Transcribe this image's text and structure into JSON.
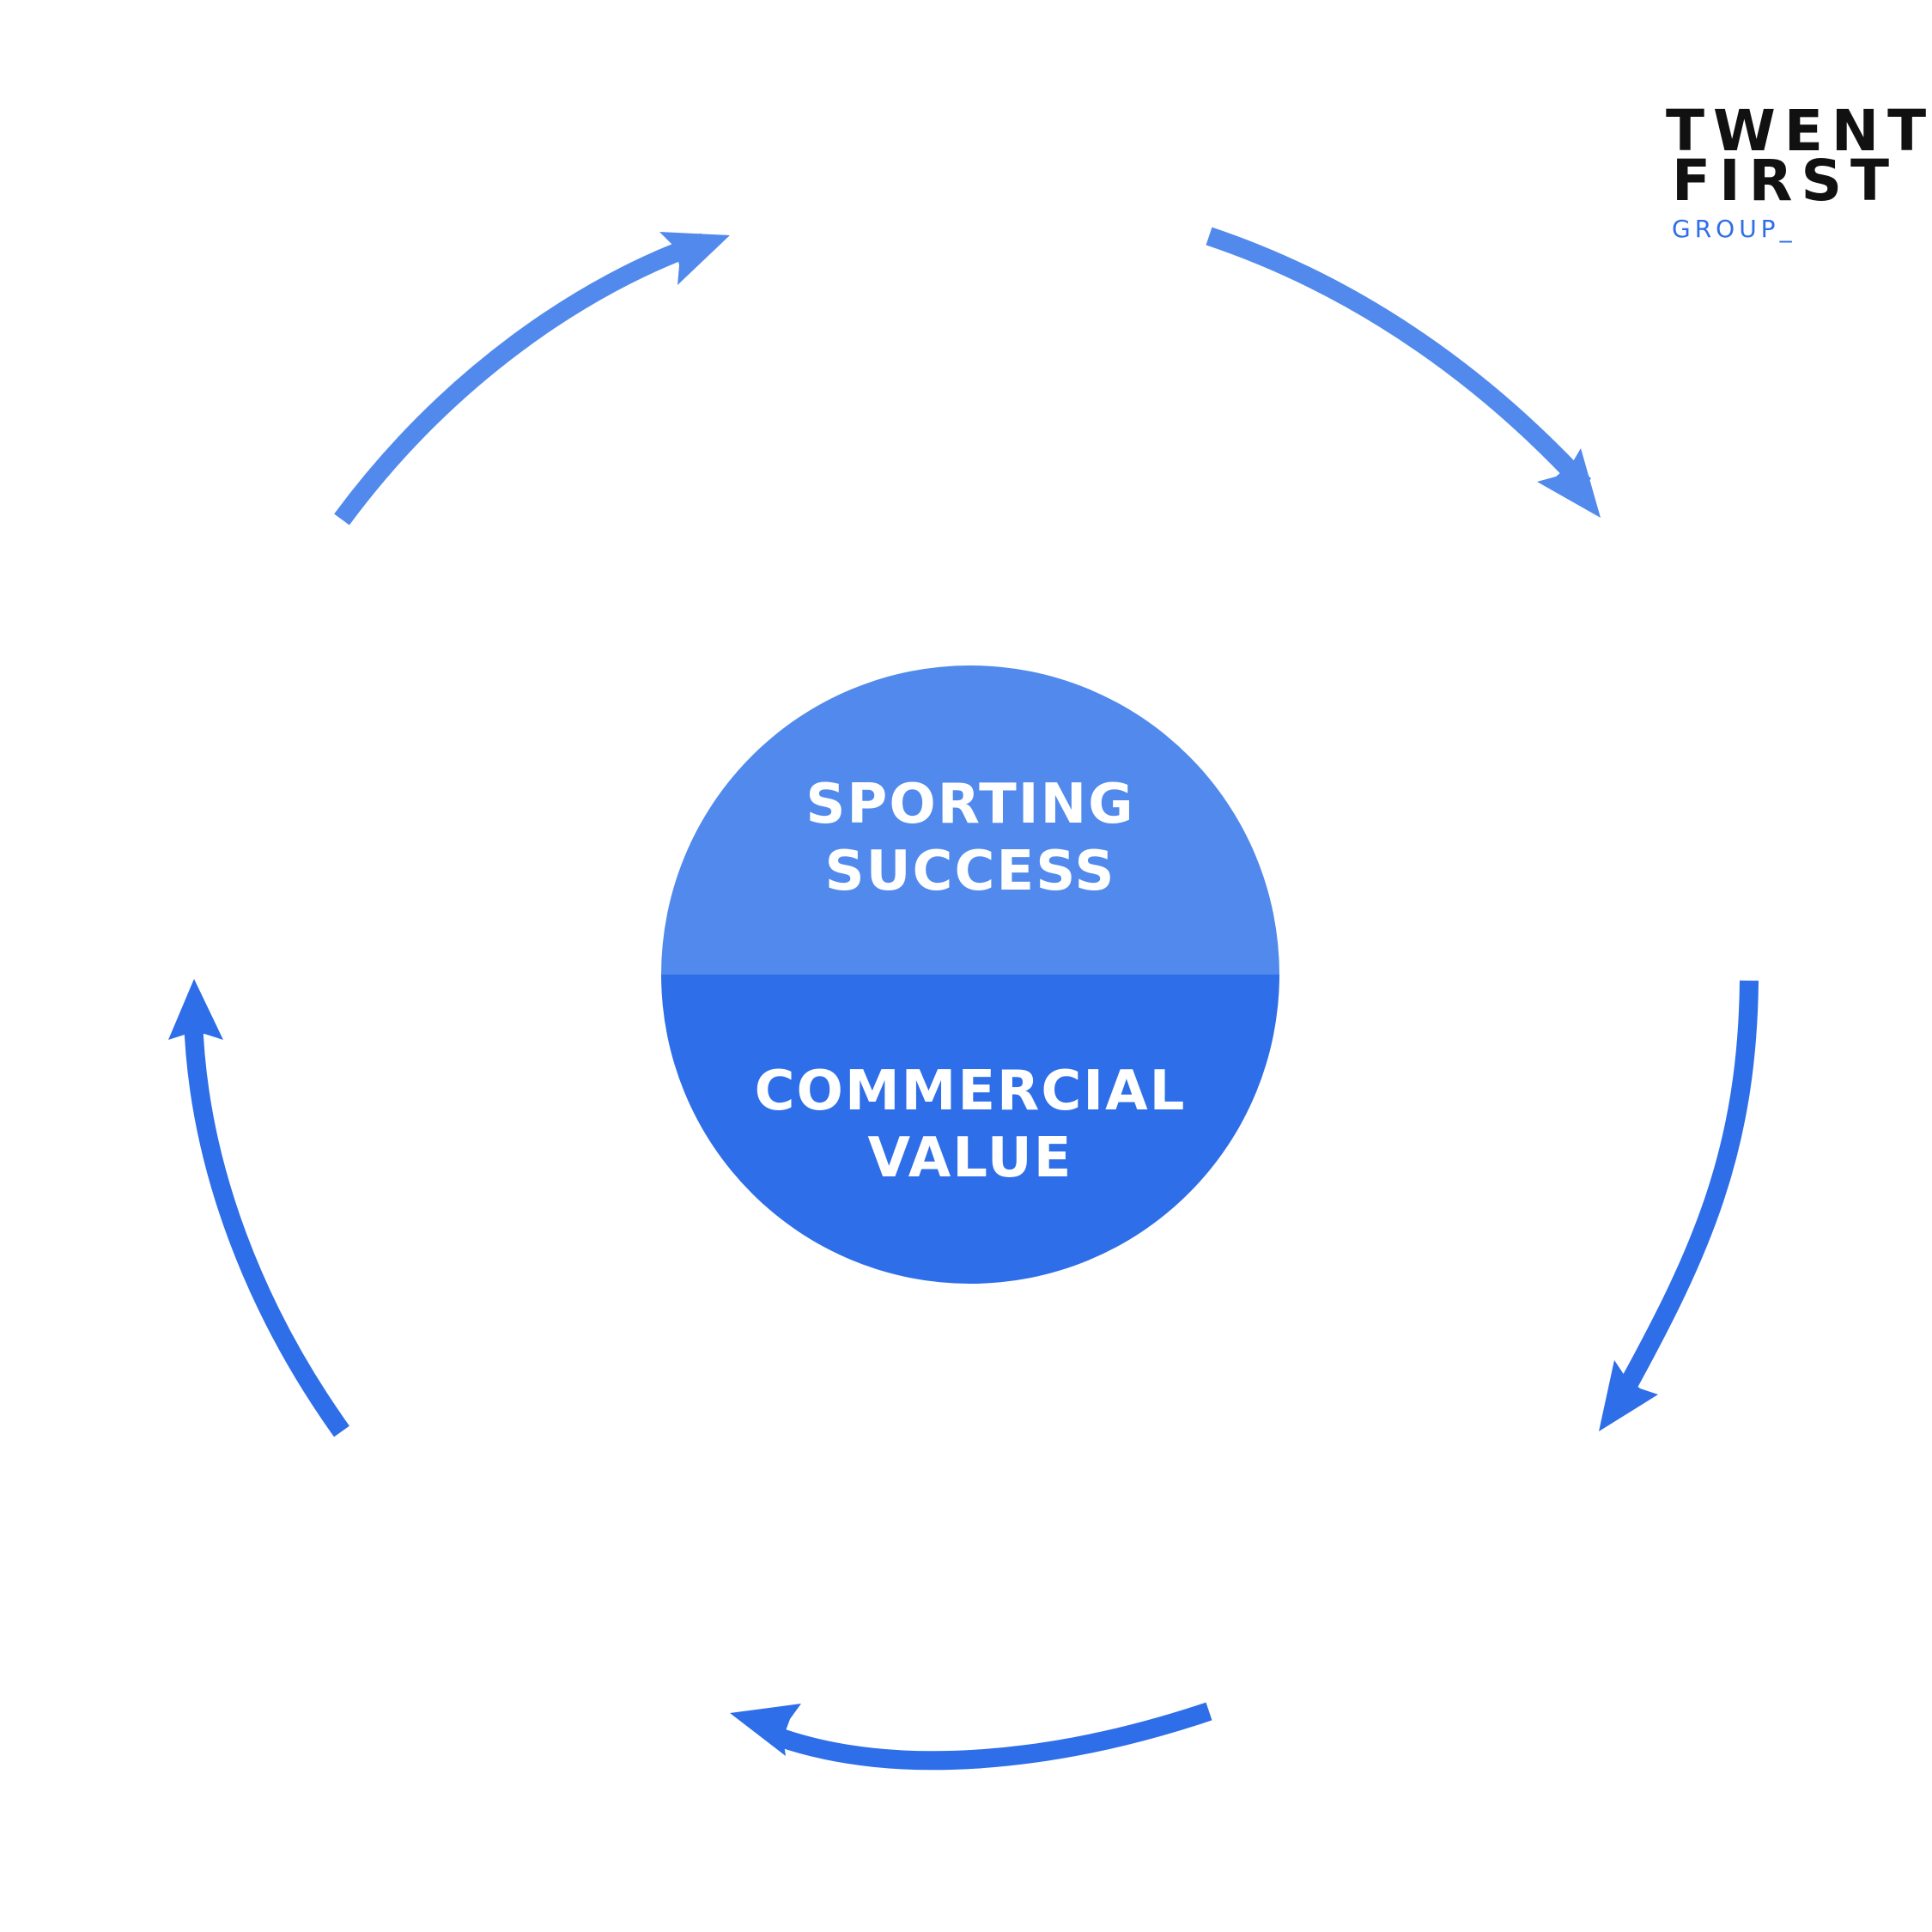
{
  "logo": {
    "line1": "TWENTY",
    "line2": "FIRST",
    "line3": "GROUP_"
  },
  "center": {
    "top_line1": "SPORTING",
    "top_line2": "SUCCESS",
    "bottom_line1": "COMMERCIAL",
    "bottom_line2": "VALUE"
  },
  "colors": {
    "light_blue": "#518AEC",
    "dark_blue": "#2E6EE9",
    "logo_text": "#111111",
    "logo_accent": "#2E6EE9"
  },
  "arrows": [
    {
      "name": "arrow-top-left",
      "direction": "clockwise",
      "color": "light_blue"
    },
    {
      "name": "arrow-top-right",
      "direction": "clockwise",
      "color": "light_blue"
    },
    {
      "name": "arrow-right",
      "direction": "clockwise",
      "color": "dark_blue"
    },
    {
      "name": "arrow-bottom",
      "direction": "clockwise",
      "color": "dark_blue"
    },
    {
      "name": "arrow-left",
      "direction": "clockwise",
      "color": "dark_blue"
    }
  ]
}
